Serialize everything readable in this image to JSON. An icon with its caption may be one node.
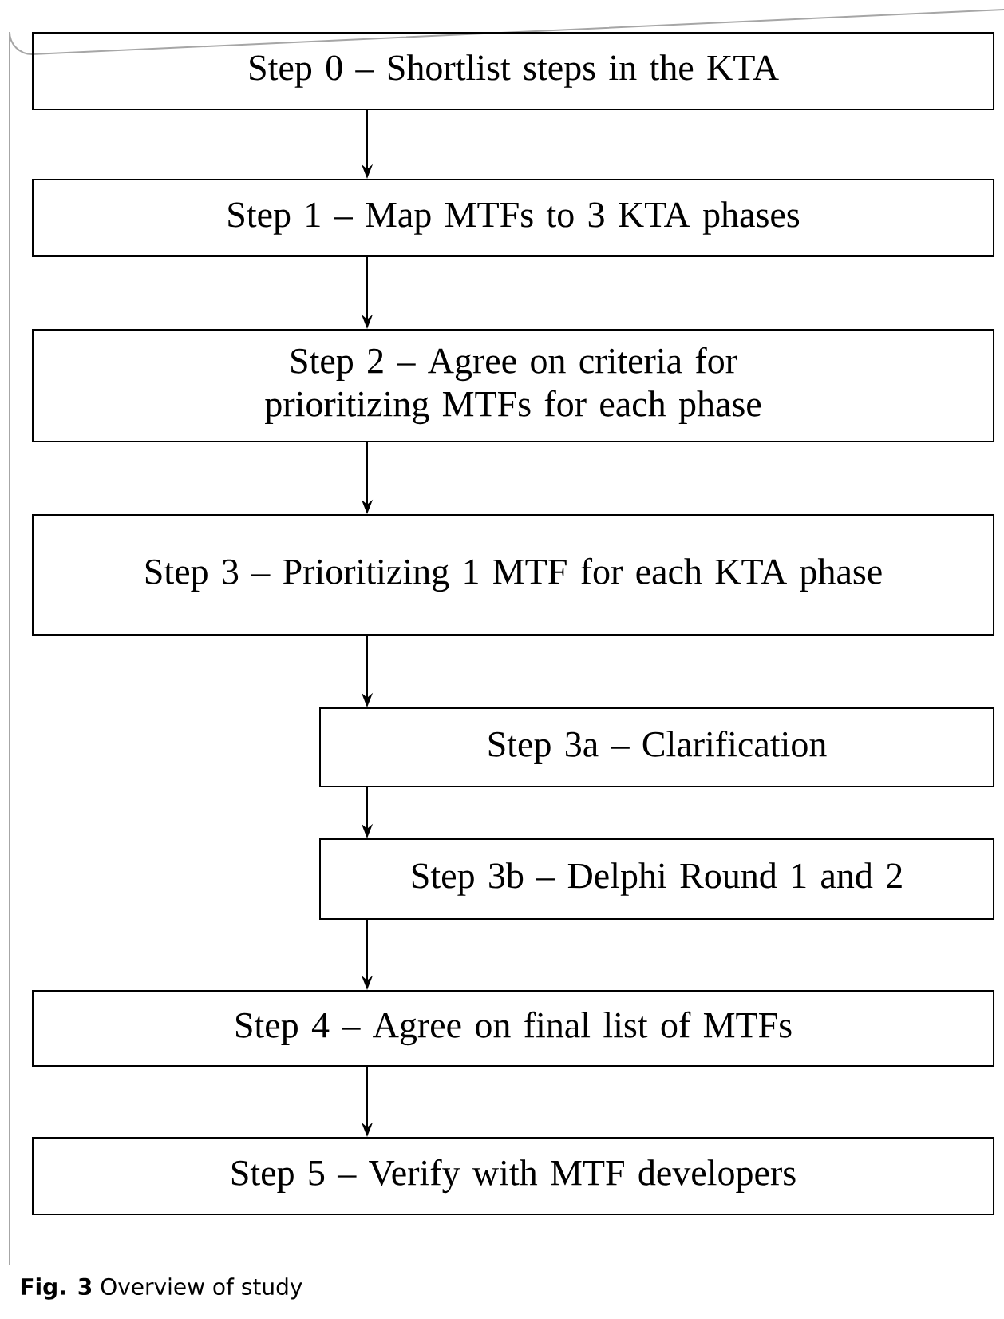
{
  "diagram": {
    "caption": "**Fig. 3** Overview of study",
    "nodes": [
      {
        "text": [
          "Step 0 – Shortlist steps in the KTA"
        ]
      },
      {
        "text": [
          "Step 1 – Map MTFs to 3 KTA phases"
        ]
      },
      {
        "text": [
          "Step 2 – Agree on criteria for prioritizing MTFs for each phase"
        ]
      },
      {
        "text": [
          "Step 3 – Prioritizing 1 MTF for each KTA phase"
        ]
      },
      {
        "text": [
          "Step 3a – Clarification"
        ]
      },
      {
        "text": [
          "Step 3b – Delphi Round 1 and 2"
        ]
      },
      {
        "text": [
          "Step 4 – Agree on final list of MTFs"
        ]
      },
      {
        "text": [
          "Step 5 – Verify with MTF developers"
        ]
      }
    ],
    "edges": [
      {
        "from": 0,
        "to": 1,
        "arrow": "to"
      },
      {
        "from": 1,
        "to": 2,
        "arrow": "to"
      },
      {
        "from": 2,
        "to": 3,
        "arrow": "to"
      },
      {
        "from": 3,
        "to": 4,
        "arrow": "to"
      },
      {
        "from": 4,
        "to": 5,
        "arrow": "to"
      },
      {
        "from": 5,
        "to": 6,
        "arrow": "to"
      },
      {
        "from": 6,
        "to": 7,
        "arrow": "to"
      }
    ]
  }
}
